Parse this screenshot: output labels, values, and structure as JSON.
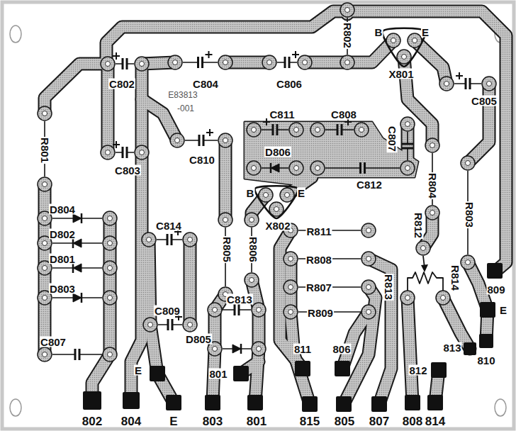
{
  "diagram": {
    "labels": [
      "R802",
      "B",
      "E",
      "X801",
      "C802",
      "C804",
      "C806",
      "R801",
      "C805",
      "E83813",
      "-001",
      "C811",
      "C808",
      "C807",
      "C803",
      "C810",
      "D806",
      "C812",
      "R804",
      "B",
      "E",
      "X802",
      "D804",
      "R803",
      "C814",
      "R812",
      "R811",
      "D802",
      "R805",
      "R806",
      "D801",
      "R808",
      "R814",
      "R813",
      "R807",
      "809",
      "D803",
      "C809",
      "C813",
      "R809",
      "E",
      "C807",
      "D805",
      "813",
      "811",
      "806",
      "810",
      "E",
      "801",
      "812",
      "802",
      "804",
      "E",
      "803",
      "801",
      "815",
      "805",
      "807",
      "808",
      "814"
    ]
  }
}
